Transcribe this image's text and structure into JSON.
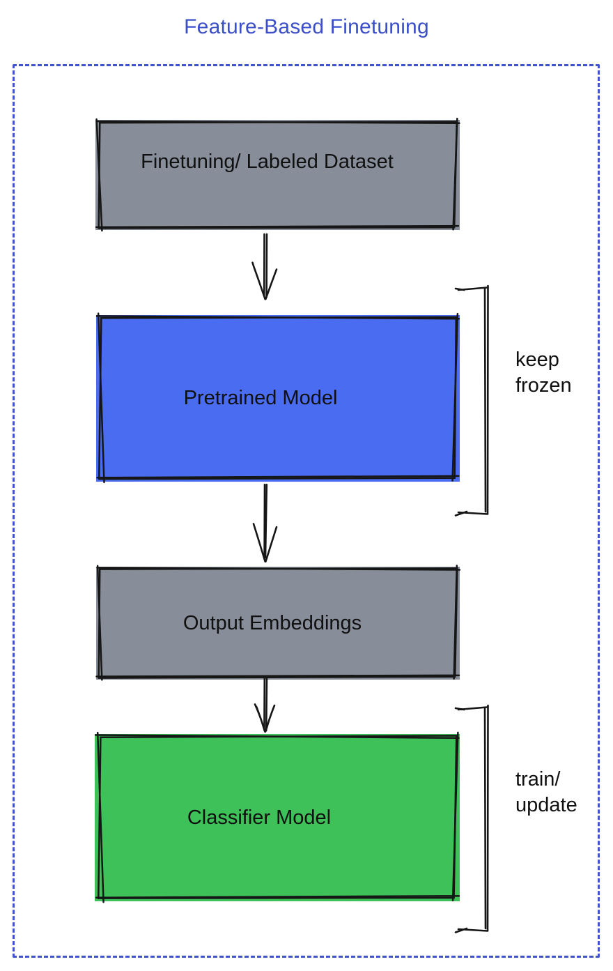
{
  "title": {
    "text": "Feature-Based Finetuning",
    "color": "#3B4FC9"
  },
  "frame": {
    "border_color": "#4054CB"
  },
  "nodes": [
    {
      "id": "finetuning-dataset",
      "label": "Finetuning/ Labeled Dataset",
      "fill": "#878E99"
    },
    {
      "id": "pretrained-model",
      "label": "Pretrained Model",
      "fill": "#4A6CF0"
    },
    {
      "id": "output-embeddings",
      "label": "Output Embeddings",
      "fill": "#878E99"
    },
    {
      "id": "classifier-model",
      "label": "Classifier Model",
      "fill": "#3EC158"
    }
  ],
  "annotations": [
    {
      "target": "pretrained-model",
      "lines": [
        "keep",
        "frozen"
      ]
    },
    {
      "target": "classifier-model",
      "lines": [
        "train/",
        "update"
      ]
    }
  ],
  "stroke_color": "#161616"
}
